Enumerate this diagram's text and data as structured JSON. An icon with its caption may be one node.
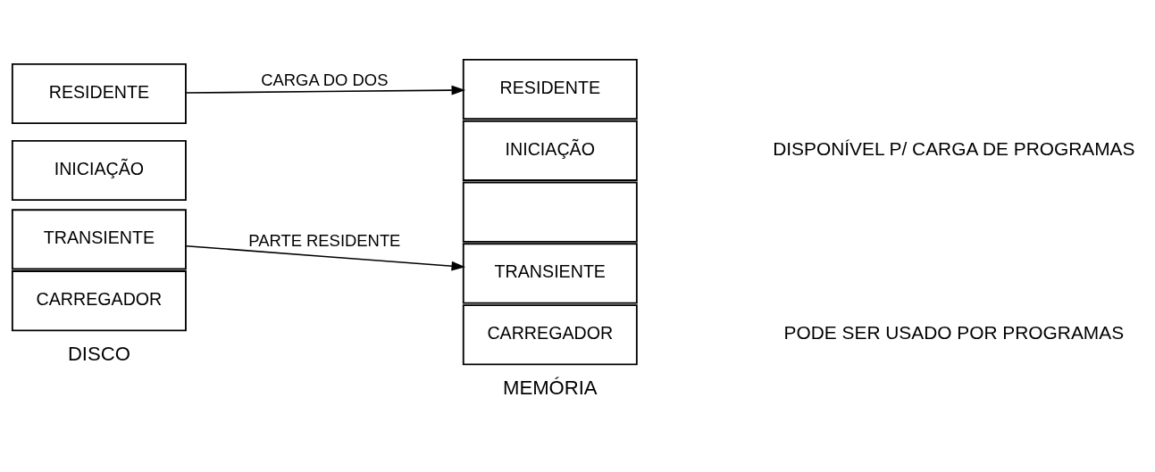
{
  "diagram": {
    "nodes": [
      {
        "text": [
          "RESIDENTE"
        ]
      },
      {
        "text": [
          "INICIAÇÃO"
        ]
      },
      {
        "text": [
          "TRANSIENTE"
        ]
      },
      {
        "text": [
          "CARREGADOR"
        ]
      },
      {
        "text": [
          "RESIDENTE"
        ]
      },
      {
        "text": [
          "INICIAÇÃO"
        ]
      },
      {
        "text": [],
        "shape": "box"
      },
      {
        "text": [
          "TRANSIENTE"
        ]
      },
      {
        "text": [
          "CARREGADOR"
        ]
      }
    ],
    "edges": [
      {
        "from": 0,
        "to": 4,
        "arrow": "to",
        "label": "CARGA DO DOS"
      },
      {
        "from": 2,
        "to": 7,
        "arrow": "to",
        "label": "PARTE RESIDENTE"
      }
    ],
    "labels": [
      "DISPONÍVEL P/ CARGA DE PROGRAMAS",
      "DISCO",
      "PODE SER USADO POR PROGRAMAS",
      "MEMÓRIA"
    ]
  }
}
